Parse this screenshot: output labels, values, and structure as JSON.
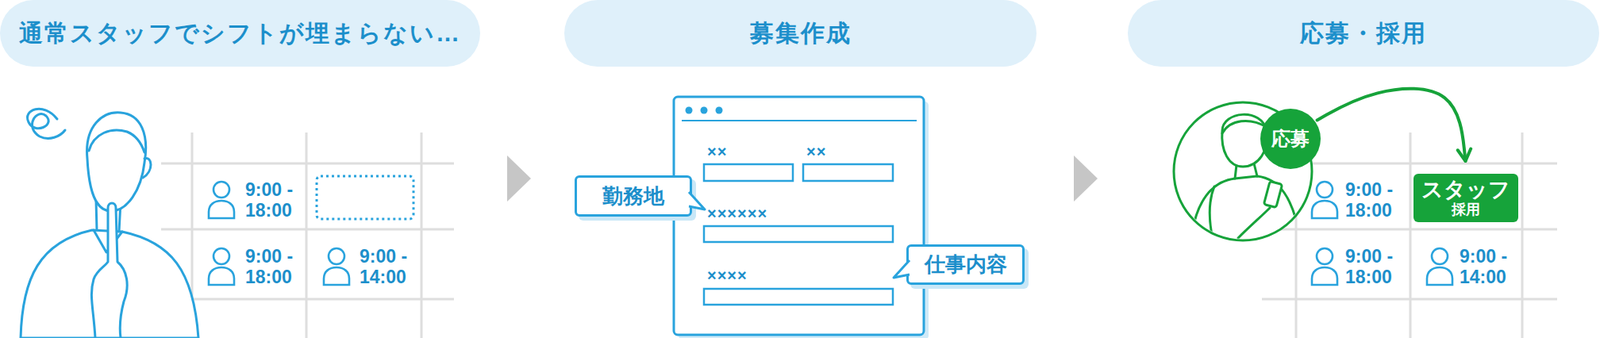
{
  "diagram": {
    "nodes": [
      {
        "text": [
          "通常スタッフでシフトが埋まらない…"
        ]
      },
      {
        "text": [
          "募集作成"
        ]
      },
      {
        "text": [
          "応募・採用"
        ]
      },
      {
        "text": [
          "勤務地"
        ]
      },
      {
        "text": [
          "仕事内容"
        ]
      },
      {
        "text": [
          "応募"
        ]
      },
      {
        "text": [
          "スタッフ",
          "採用"
        ]
      }
    ],
    "edges": [
      {
        "from": 5,
        "to": 6,
        "arrow": "to"
      }
    ],
    "labels": [
      "9:00 - 18:00",
      "9:00 - 18:00",
      "9:00 - 14:00",
      "××",
      "××",
      "××××××",
      "××××",
      "9:00 - 18:00",
      "9:00 - 18:00",
      "9:00 - 14:00"
    ]
  }
}
